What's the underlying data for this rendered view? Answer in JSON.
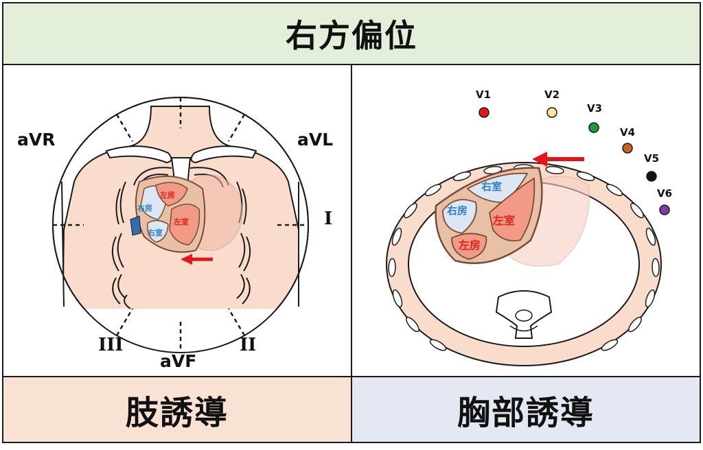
{
  "title": "右方偏位",
  "limb_panel": {
    "footer": "肢誘導",
    "leads": {
      "avr": "aVR",
      "avl": "aVL",
      "avf": "aVF",
      "i": "I",
      "ii": "II",
      "iii": "III"
    },
    "chambers": {
      "right_atrium": "右房",
      "right_ventricle": "右室",
      "left_atrium": "左房",
      "left_ventricle": "左室"
    }
  },
  "chest_panel": {
    "footer": "胸部誘導",
    "electrodes": [
      {
        "label": "V1",
        "color": "#e8141b"
      },
      {
        "label": "V2",
        "color": "#fbe39a"
      },
      {
        "label": "V3",
        "color": "#1f9a3c"
      },
      {
        "label": "V4",
        "color": "#c9651c"
      },
      {
        "label": "V5",
        "color": "#111111"
      },
      {
        "label": "V6",
        "color": "#7b3ea6"
      }
    ],
    "chambers": {
      "right_ventricle": "右室",
      "right_atrium": "右房",
      "left_ventricle": "左室",
      "left_atrium": "左房"
    }
  },
  "colors": {
    "title_bg": "#e3efd9",
    "limb_footer_bg": "#f9e1d4",
    "chest_footer_bg": "#e4e8f2",
    "skin": "#f9dccb",
    "right_heart": "#dbe8f3",
    "left_heart": "#f19a85",
    "arrow": "#e8141b"
  }
}
